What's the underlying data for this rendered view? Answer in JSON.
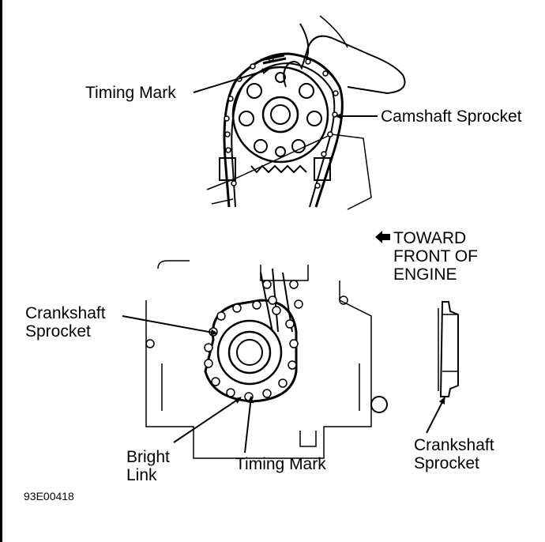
{
  "labels": {
    "timing_mark_top": "Timing Mark",
    "camshaft_sprocket": "Camshaft Sprocket",
    "toward_front": "TOWARD\nFRONT OF\nENGINE",
    "crankshaft_sprocket_left": "Crankshaft\nSprocket",
    "bright_link": "Bright\nLink",
    "timing_mark_bottom": "Timing Mark",
    "crankshaft_sprocket_right": "Crankshaft\nSprocket",
    "figure_code": "93E00418"
  },
  "colors": {
    "ink": "#000000",
    "paper": "#ffffff"
  }
}
